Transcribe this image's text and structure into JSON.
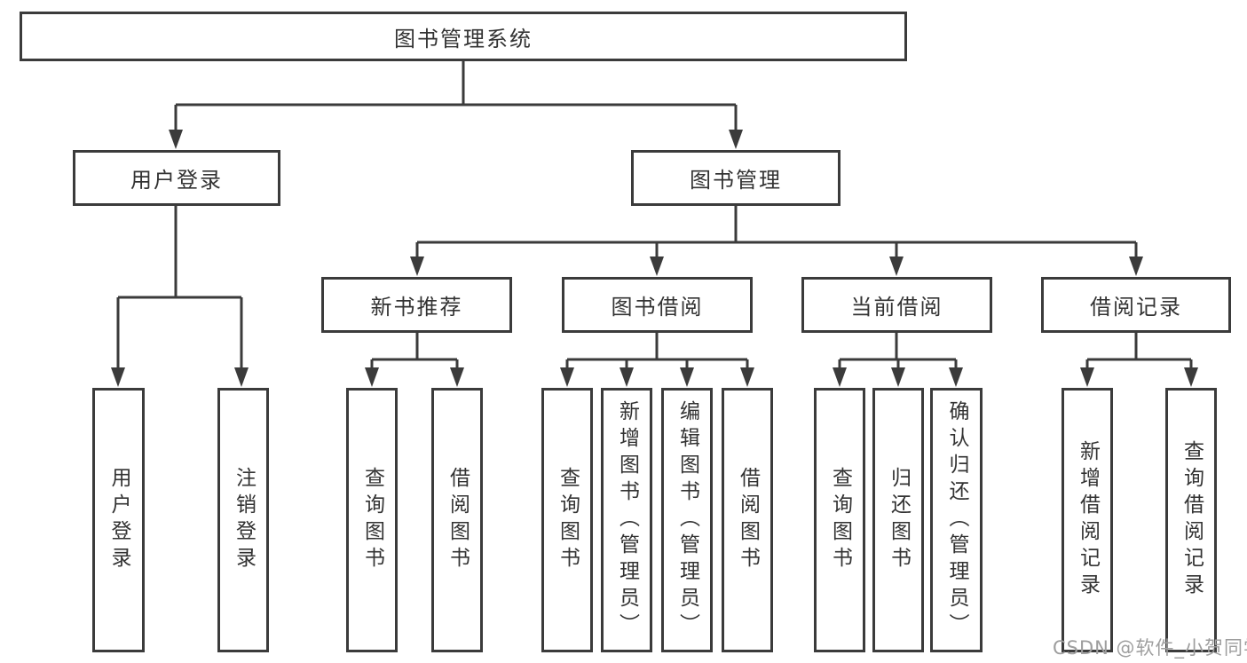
{
  "diagram": {
    "root": {
      "label": "图书管理系统"
    },
    "level2": {
      "user_login": {
        "label": "用户登录"
      },
      "book_management": {
        "label": "图书管理"
      }
    },
    "level3": {
      "new_books": {
        "label": "新书推荐"
      },
      "book_borrow": {
        "label": "图书借阅"
      },
      "current_borrow": {
        "label": "当前借阅"
      },
      "borrow_records": {
        "label": "借阅记录"
      }
    },
    "leaves": {
      "user_login": [
        "用户登录",
        "注销登录"
      ],
      "new_books": [
        "查询图书",
        "借阅图书"
      ],
      "book_borrow": [
        "查询图书",
        "新增图书（管理员）",
        "编辑图书（管理员）",
        "借阅图书"
      ],
      "current_borrow": [
        "查询图书",
        "归还图书",
        "确认归还（管理员）"
      ],
      "borrow_records": [
        "新增借阅记录",
        "查询借阅记录"
      ]
    }
  },
  "watermark": {
    "text": "CSDN @软件_小贺同学"
  },
  "colors": {
    "line": "#3b3b3b",
    "box_border": "#3b3b3b",
    "text": "#333333",
    "watermark": "#9e9e9e",
    "background": "#ffffff"
  }
}
